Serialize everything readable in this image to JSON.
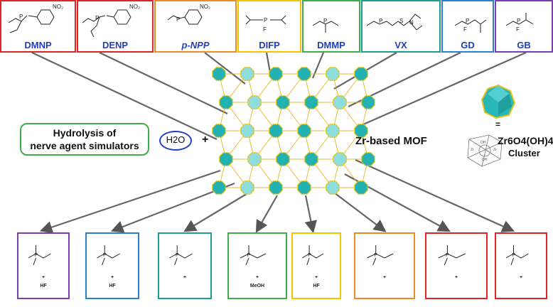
{
  "top_reagents": [
    {
      "name": "DMNP",
      "color": "#e02424"
    },
    {
      "name": "DENP",
      "color": "#e02424"
    },
    {
      "name": "p-NPP",
      "color": "#f08a24"
    },
    {
      "name": "DIFP",
      "color": "#f2c500"
    },
    {
      "name": "DMMP",
      "color": "#3fae49"
    },
    {
      "name": "VX",
      "color": "#1a9e8f"
    },
    {
      "name": "GD",
      "color": "#2a7fd4"
    },
    {
      "name": "GB",
      "color": "#7b3fb0"
    }
  ],
  "center": {
    "hydrolysis_line1": "Hydrolysis of",
    "hydrolysis_line2": "nerve agent simulators",
    "water": "H2O",
    "plus": "+",
    "mof_label": "Zr-based MOF",
    "cluster_formula": "Zr6O4(OH)4",
    "cluster_word": "Cluster",
    "equals": "="
  },
  "bottom_products": [
    {
      "color": "#7b3fb0",
      "byproduct": "HF"
    },
    {
      "color": "#2a7fd4",
      "byproduct": "HF"
    },
    {
      "color": "#1a9e8f",
      "byproduct": ""
    },
    {
      "color": "#3fae49",
      "byproduct": "MeOH"
    },
    {
      "color": "#f2c500",
      "byproduct": "HF"
    },
    {
      "color": "#f08a24",
      "byproduct": ""
    },
    {
      "color": "#e02424",
      "byproduct": ""
    },
    {
      "color": "#e02424",
      "byproduct": ""
    }
  ]
}
